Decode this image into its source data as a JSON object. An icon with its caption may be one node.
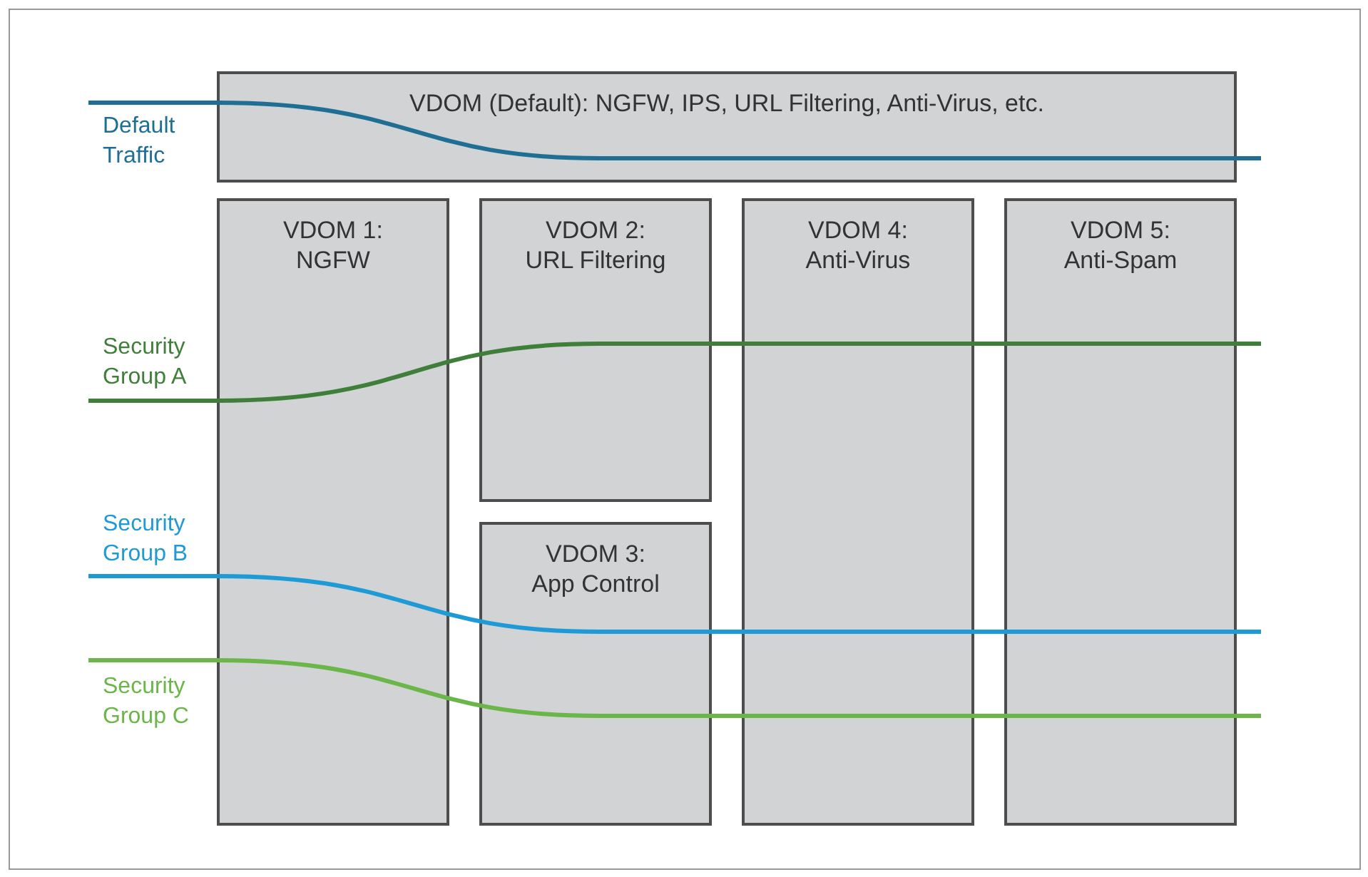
{
  "diagram": {
    "nodes": [
      {
        "text": [
          "Default Traffic"
        ]
      },
      {
        "text": [
          "VDOM (Default): NGFW, IPS, URL Filtering, Anti-Virus, etc."
        ]
      },
      {
        "text": [
          "VDOM 1: NGFW"
        ]
      },
      {
        "text": [
          "VDOM 2: URL Filtering"
        ]
      },
      {
        "text": [
          "VDOM 4: Anti-Virus"
        ]
      },
      {
        "text": [
          "VDOM 5: Anti-Spam"
        ]
      },
      {
        "text": [
          "Security Group A"
        ]
      },
      {
        "text": [
          "VDOM 3: App Control"
        ]
      },
      {
        "text": [
          "Security Group B"
        ]
      },
      {
        "text": [
          "Security Group C"
        ]
      }
    ],
    "edges": [
      {
        "from": 0,
        "to": null,
        "arrow": "none",
        "color": "#1f6f94"
      },
      {
        "from": 6,
        "to": null,
        "arrow": "none",
        "color": "#3f7f3a"
      },
      {
        "from": 8,
        "to": null,
        "arrow": "none",
        "color": "#1e9ad6"
      },
      {
        "from": 9,
        "to": null,
        "arrow": "none",
        "color": "#6ab648"
      }
    ]
  }
}
